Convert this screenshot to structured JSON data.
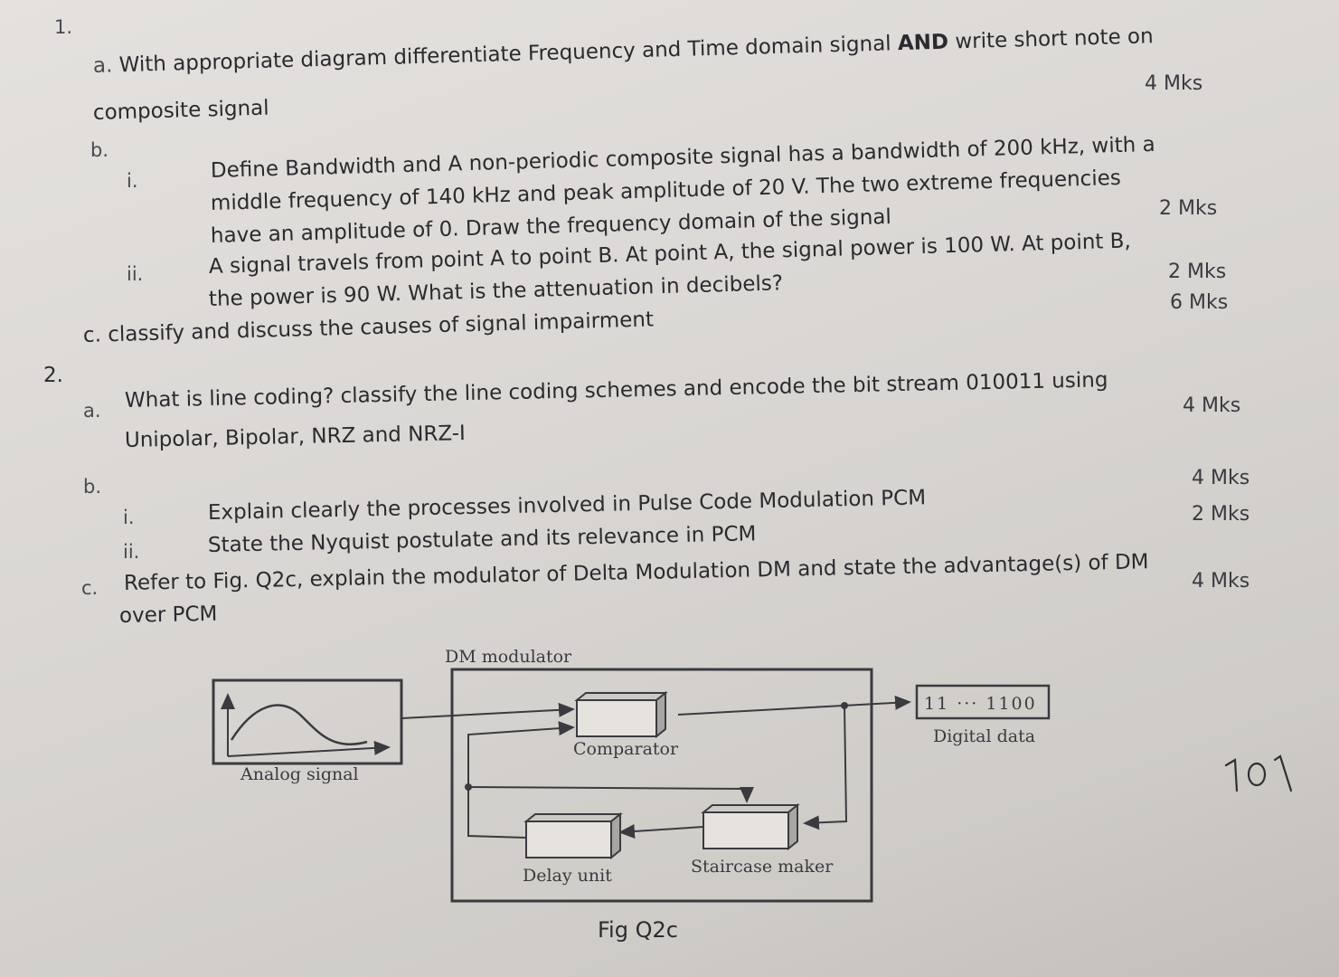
{
  "q1": {
    "number": "1.",
    "a": {
      "label": "a.",
      "line1_pre": "With appropriate diagram differentiate Frequency and Time domain signal ",
      "line1_bold": "AND",
      "line1_post": " write short note on",
      "line2": "composite signal",
      "marks": "4 Mks"
    },
    "b": {
      "label": "b.",
      "i": {
        "label": "i.",
        "line1": "Define Bandwidth and A non-periodic composite signal has a bandwidth of 200 kHz, with a",
        "line2": "middle frequency of 140 kHz and peak amplitude of 20 V. The two extreme frequencies",
        "line3": "have an amplitude of 0. Draw the frequency domain of the signal",
        "marks": "2 Mks"
      },
      "ii": {
        "label": "ii.",
        "line1": "A signal travels from point A to point B. At point A, the signal power is 100 W. At point B,",
        "line2": "the power is 90 W. What is the attenuation in decibels?",
        "marks": "2 Mks"
      }
    },
    "c": {
      "label": "c.",
      "line1": "classify and discuss the causes of signal impairment",
      "marks": "6 Mks"
    }
  },
  "q2": {
    "number": "2.",
    "a": {
      "label": "a.",
      "line1": "What is line coding? classify the line coding schemes and encode the bit stream 010011 using",
      "line2": "Unipolar, Bipolar, NRZ and NRZ-I",
      "marks": "4 Mks"
    },
    "b": {
      "label": "b.",
      "marks_top": "4 Mks",
      "i": {
        "label": "i.",
        "line1": "Explain clearly the processes involved in Pulse Code Modulation PCM",
        "marks": "2 Mks"
      },
      "ii": {
        "label": "ii.",
        "line1": "State the Nyquist postulate and its relevance in PCM"
      }
    },
    "c": {
      "label": "c.",
      "line1": "Refer to Fig. Q2c, explain the modulator of Delta Modulation DM and state the advantage(s) of DM",
      "line2": "over PCM",
      "marks": "4 Mks"
    }
  },
  "figure": {
    "dm_modulator": "DM modulator",
    "analog_signal": "Analog signal",
    "comparator": "Comparator",
    "delay_unit": "Delay unit",
    "staircase_maker": "Staircase maker",
    "bits": "11 ··· 1100",
    "digital_data": "Digital data",
    "caption": "Fig Q2c"
  },
  "handwriting": "101"
}
